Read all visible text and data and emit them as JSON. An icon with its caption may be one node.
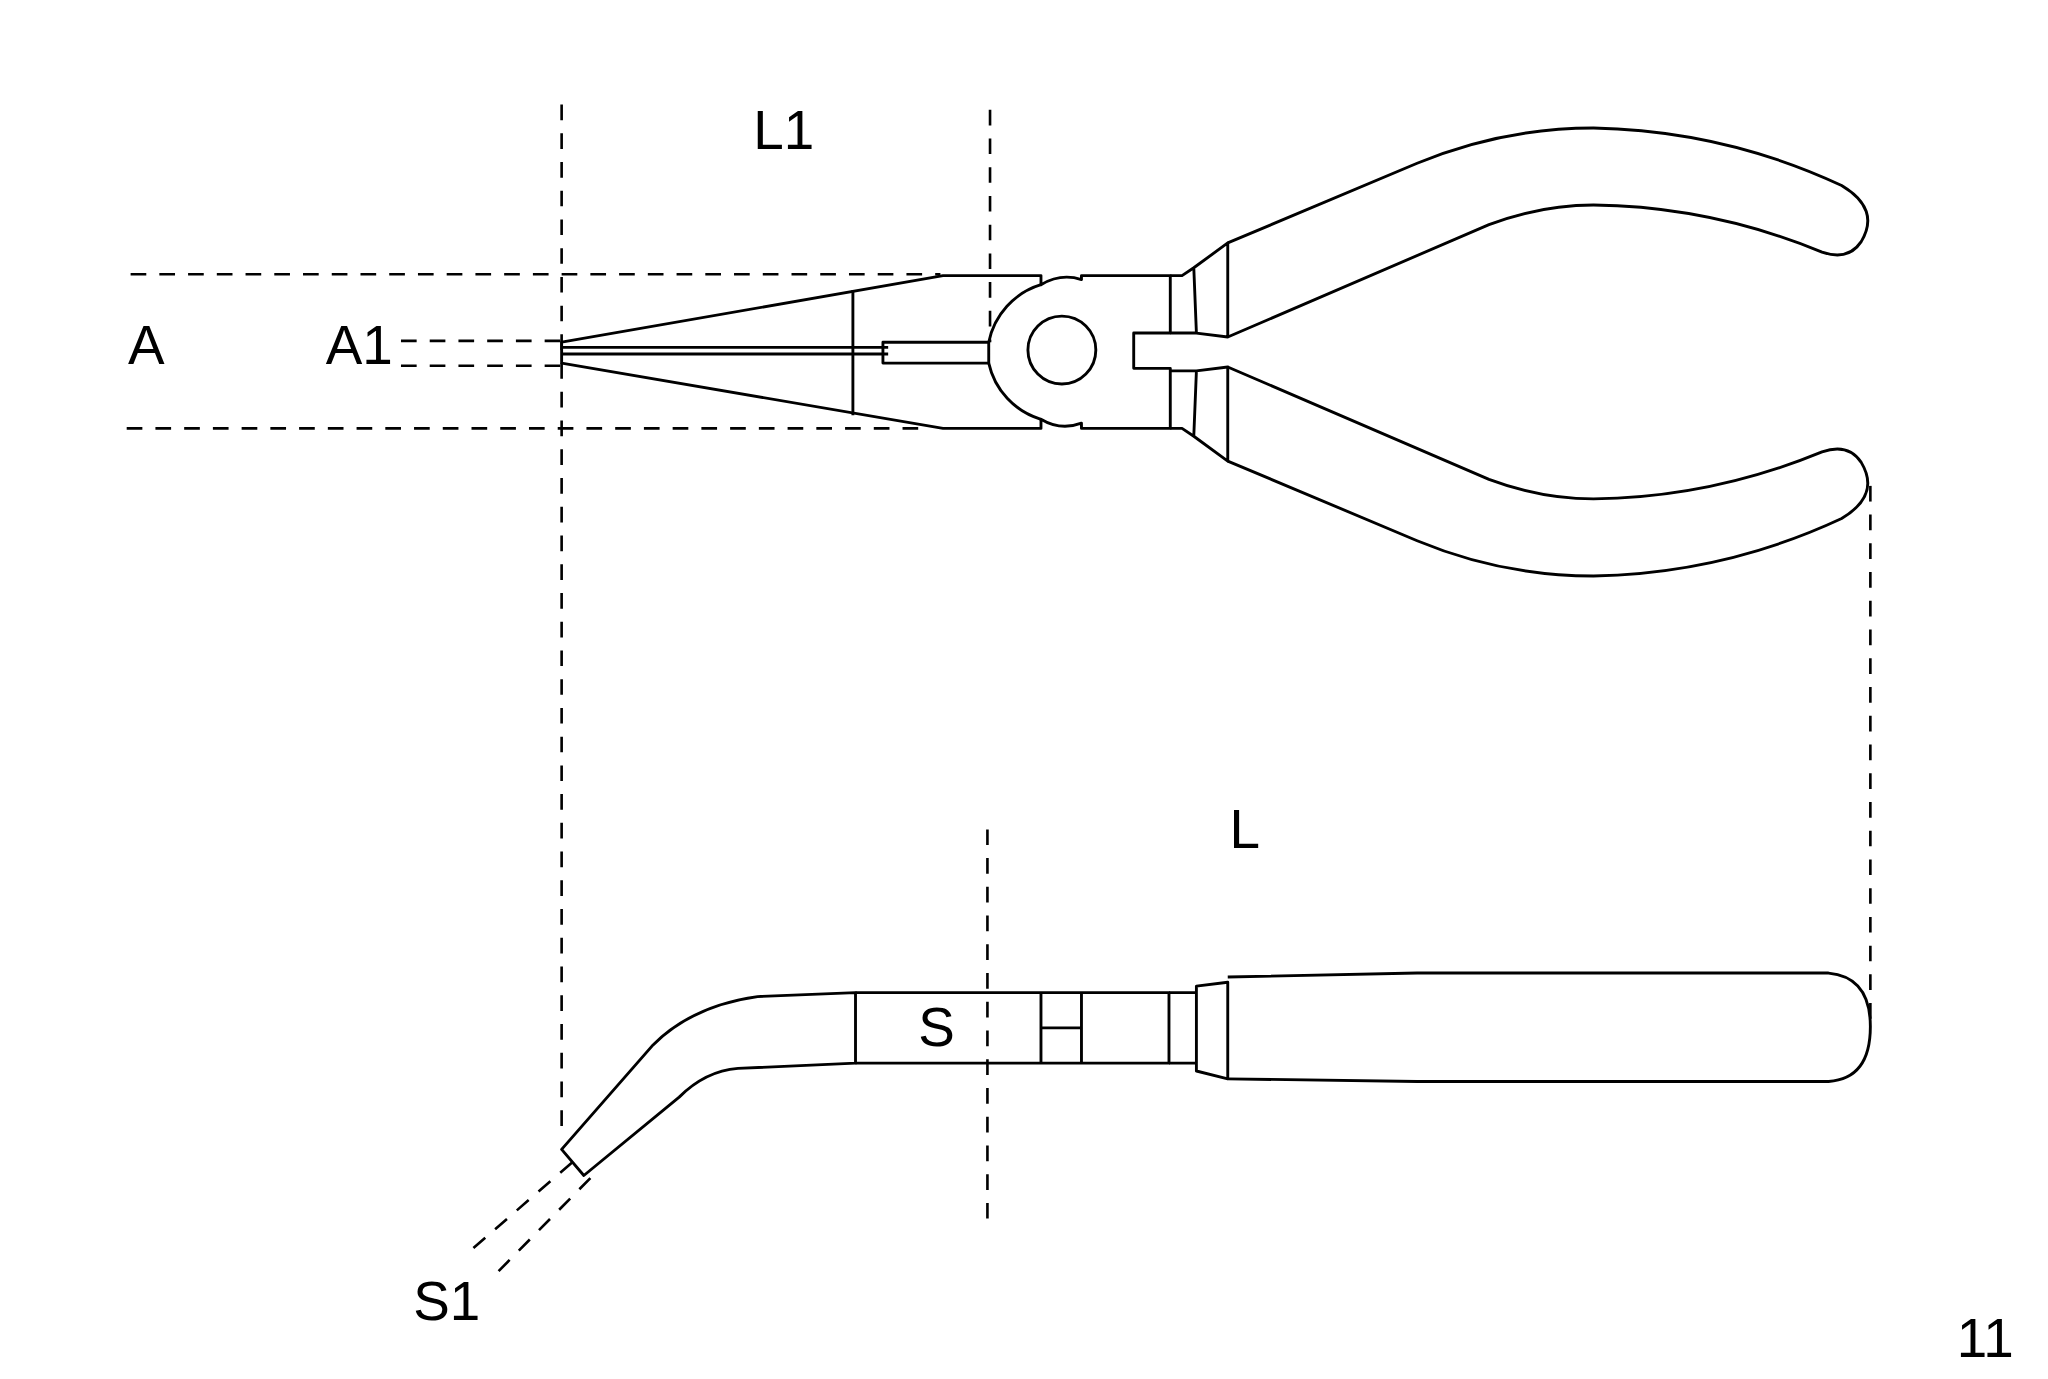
{
  "diagram": {
    "labels": [
      "L1",
      "A",
      "A1",
      "L",
      "S",
      "S1",
      "11"
    ]
  }
}
